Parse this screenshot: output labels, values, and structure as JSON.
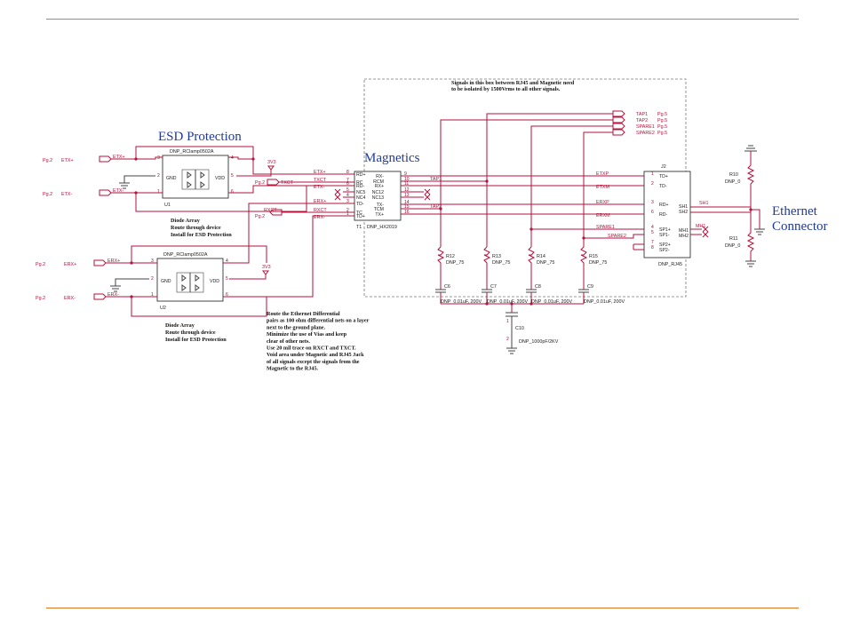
{
  "colors": {
    "rule": "#e0782a",
    "wire": "#b5123c",
    "title_blue": "#1f3a9a"
  },
  "isolation_note": [
    "Signals in this box between RJ45 and Magnetic need",
    "to be isolated by 1500Vrms to all other signals."
  ],
  "esd_title": "ESD Protection",
  "magnetics_title": "Magnetics",
  "ethernet_title": [
    "Ethernet",
    "Connector"
  ],
  "u1": {
    "part": "DNP_RClamp0502A",
    "ref": "U1",
    "pins": {
      "p3": "3",
      "p4": "4",
      "p2": "2",
      "p5": "5",
      "p1": "1",
      "p6": "6",
      "gnd": "GND",
      "vdd": "VDD"
    },
    "note": [
      "Diode Array",
      "Route through device",
      "Install for ESD Protection"
    ]
  },
  "u2": {
    "part": "DNP_RClamp0502A",
    "ref": "U2",
    "pins": {
      "p3": "3",
      "p4": "4",
      "p2": "2",
      "p5": "5",
      "p1": "1",
      "p6": "6",
      "gnd": "GND",
      "vdd": "VDD"
    },
    "note": [
      "Diode Array",
      "Route through device",
      "Install for ESD Protection"
    ]
  },
  "offpage": {
    "pg2": "Pg.2",
    "etxp": "ETX+",
    "etxn": "ETX-",
    "erxp": "ERX+",
    "erxn": "ERX-",
    "txct": "TXCT",
    "rxct": "RXCT"
  },
  "power": {
    "u1": "3V3",
    "u2": "3V3"
  },
  "t1": {
    "ref": "T1",
    "part": "DNP_HX2019",
    "left_pins": [
      {
        "name": "RD+",
        "num": "8",
        "net": "ETX+"
      },
      {
        "name": "RC",
        "num": "7",
        "net": "TXCT"
      },
      {
        "name": "RD-",
        "num": "6",
        "net": "ETX-"
      },
      {
        "name": "NC5",
        "num": "5",
        "net": ""
      },
      {
        "name": "NC4",
        "num": "4",
        "net": ""
      },
      {
        "name": "TD-",
        "num": "3",
        "net": "ERX+"
      },
      {
        "name": "TC",
        "num": "2",
        "net": "RXCT"
      },
      {
        "name": "TD+",
        "num": "1",
        "net": "ERX-"
      }
    ],
    "right_pins": [
      {
        "name": "RX-",
        "num": "9"
      },
      {
        "name": "RCM",
        "num": "10"
      },
      {
        "name": "RX+",
        "num": "11"
      },
      {
        "name": "NC12",
        "num": "12"
      },
      {
        "name": "NC13",
        "num": "13"
      },
      {
        "name": "TX-",
        "num": "14"
      },
      {
        "name": "TCM",
        "num": "15"
      },
      {
        "name": "TX+",
        "num": "16"
      }
    ],
    "tap1": "TAP1",
    "tap2": "TAP2"
  },
  "taps": [
    {
      "net": "TAP1",
      "page": "Pg.5"
    },
    {
      "net": "TAP2",
      "page": "Pg.5"
    },
    {
      "net": "SPARE1",
      "page": "Pg.5"
    },
    {
      "net": "SPARE2",
      "page": "Pg.5"
    }
  ],
  "nets": {
    "etxp": "ETXP",
    "etxm": "ETXM",
    "erxp": "ERXP",
    "erxm": "ERXM",
    "spare1": "SPARE1",
    "spare2": "SPARE2"
  },
  "j2": {
    "ref": "J2",
    "part": "DNP_RJ45",
    "pins": [
      {
        "name": "TD+",
        "num": "1"
      },
      {
        "name": "TD-",
        "num": "2"
      },
      {
        "name": "RD+",
        "num": "3"
      },
      {
        "name": "RD-",
        "num": "6"
      },
      {
        "name": "SP1+",
        "num": "4"
      },
      {
        "name": "SP1-",
        "num": "5"
      },
      {
        "name": "SP2+",
        "num": "7"
      },
      {
        "name": "SP2-",
        "num": "8"
      }
    ],
    "shields": [
      "SH1",
      "SH2",
      "MH1",
      "MH2"
    ],
    "net_sh1": "SH1",
    "net_mh1": "MH1"
  },
  "resistors": [
    {
      "ref": "R12",
      "value": "DNP_75"
    },
    {
      "ref": "R13",
      "value": "DNP_75"
    },
    {
      "ref": "R14",
      "value": "DNP_75"
    },
    {
      "ref": "R15",
      "value": "DNP_75"
    }
  ],
  "caps": [
    {
      "ref": "C6",
      "value": "DNP_0.01uF, 200V"
    },
    {
      "ref": "C7",
      "value": "DNP_0.01uF, 200V"
    },
    {
      "ref": "C8",
      "value": "DNP_0.01uF, 200V"
    },
    {
      "ref": "C9",
      "value": "DNP_0.01uF, 200V"
    }
  ],
  "c10": {
    "ref": "C10",
    "value": "DNP_1000pF/2KV",
    "pin1": "1",
    "pin2": "2"
  },
  "r10": {
    "ref": "R10",
    "value": "DNP_0"
  },
  "r11": {
    "ref": "R11",
    "value": "DNP_0"
  },
  "routing_note": [
    "Route the Ethernet Differential",
    "pairs as 100 ohm differential nets on a layer",
    "next to the ground plane.",
    "Minimize the use of Vias and keep",
    "clear of other nets.",
    "Use 20 mil trace on RXCT and TXCT.",
    "Void area under Magnetic and RJ45 Jack",
    "of all signals except the signals from the",
    "Magnetic to the RJ45."
  ]
}
